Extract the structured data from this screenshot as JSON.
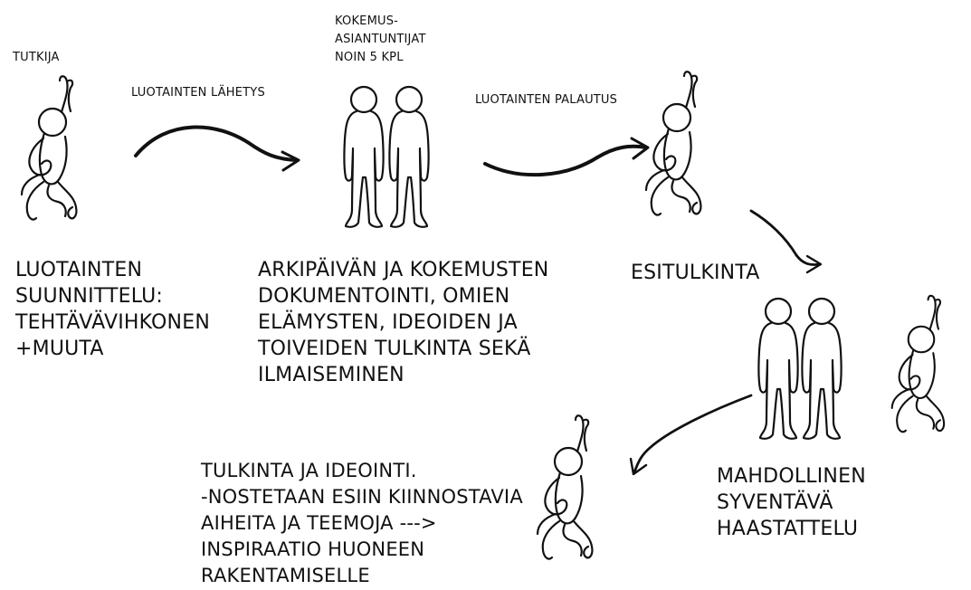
{
  "labels": {
    "researcher": "TUTKIJA",
    "experts": "KOKEMUS-\nASIANTUNTIJAT\nNOIN 5 KPL",
    "send_probes": "LUOTAINTEN LÄHETYS",
    "return_probes": "LUOTAINTEN PALAUTUS",
    "probe_design": "LUOTAINTEN\nSUUNNITTELU:\nTEHTÄVÄVIHKONEN\n+MUUTA",
    "documentation": "ARKIPÄIVÄN JA KOKEMUSTEN\nDOKUMENTOINTI, OMIEN\nELÄMYSTEN, IDEOIDEN JA\nTOIVEIDEN TULKINTA SEKÄ\nILMAISEMINEN",
    "pre_interpretation": "ESITULKINTA",
    "interview": "MAHDOLLINEN\nSYVENTÄVÄ HAASTATTELU",
    "ideation": "TULKINTA JA IDEOINTI.\n-NOSTETAAN ESIIN KIINNOSTAVIA\nAIHEITA JA TEEMOJA --->\nINSPIRAATIO HUONEEN\nRAKENTAMISELLE"
  }
}
